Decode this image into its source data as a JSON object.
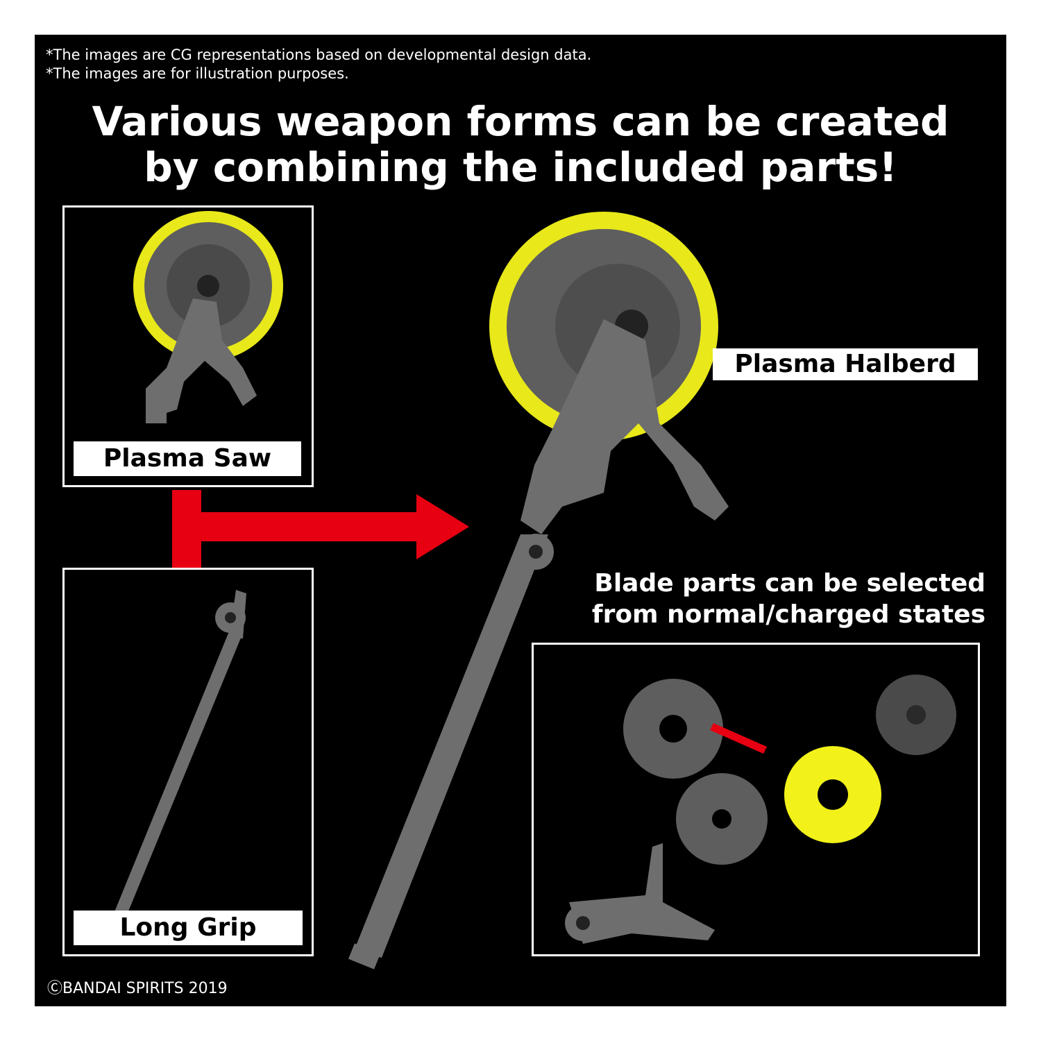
{
  "disclaimers": [
    "*The images are CG representations based on developmental design data.",
    "*The images are for illustration purposes."
  ],
  "headline": {
    "line1": "Various weapon forms can be created",
    "line2": "by combining the included parts!"
  },
  "labels": {
    "plasma_saw": "Plasma Saw",
    "long_grip": "Long Grip",
    "plasma_halberd": "Plasma Halberd"
  },
  "blade_note": {
    "line1": "Blade parts can be selected",
    "line2": "from normal/charged states"
  },
  "copyright": "ⒸBANDAI SPIRITS 2019",
  "colors": {
    "background": "#000000",
    "arrow": "#e60012",
    "part_gray": "#6b6b6b",
    "plasma_yellow": "#f2f21a"
  }
}
